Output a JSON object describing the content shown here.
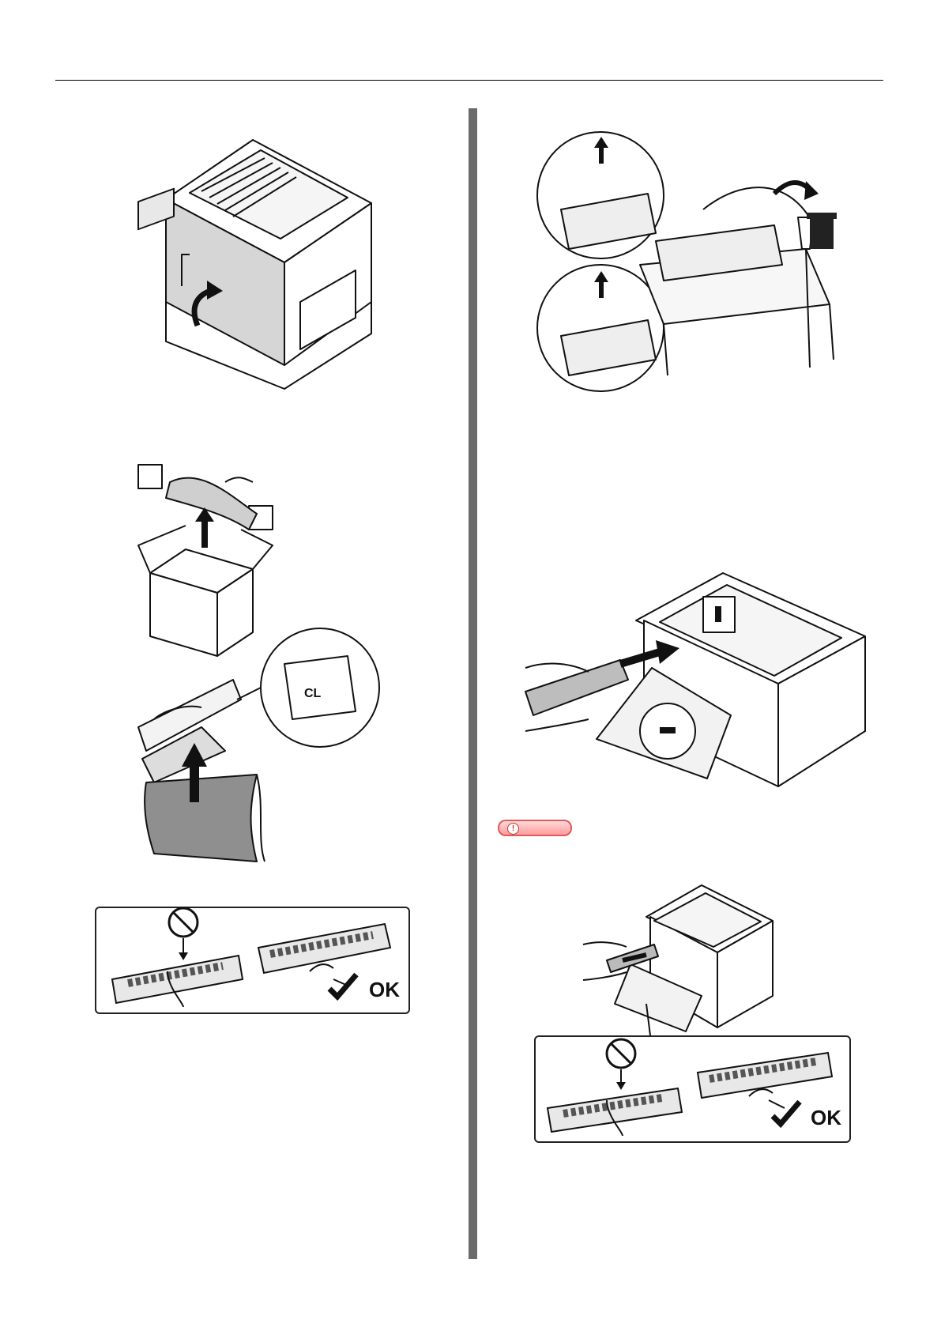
{
  "labels": {
    "drum_marker": "CL",
    "ok_mark_1": "OK",
    "ok_mark_2": "OK",
    "note_glyph": "!"
  },
  "colors": {
    "sidebar_bar": "#6b6b6b",
    "note_badge": "#ff9c9c",
    "line": "#111111"
  }
}
